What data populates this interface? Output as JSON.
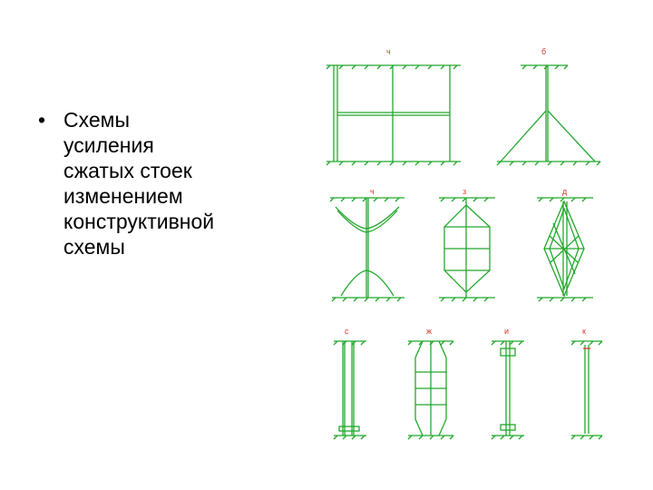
{
  "slide": {
    "bullet_symbol": "•",
    "bullet_text": "Схемы\nусиления\nсжатых стоек\nизменением\nконструктивной\nсхемы"
  },
  "diagram": {
    "line_color": "#22a82c",
    "label_color": "#d93a2a",
    "scheme_labels": {
      "a": "ч",
      "b": "б",
      "v": "ч",
      "g": "з",
      "d": "д",
      "e": "с",
      "zh": "ж",
      "i": "и",
      "k": "к"
    }
  }
}
